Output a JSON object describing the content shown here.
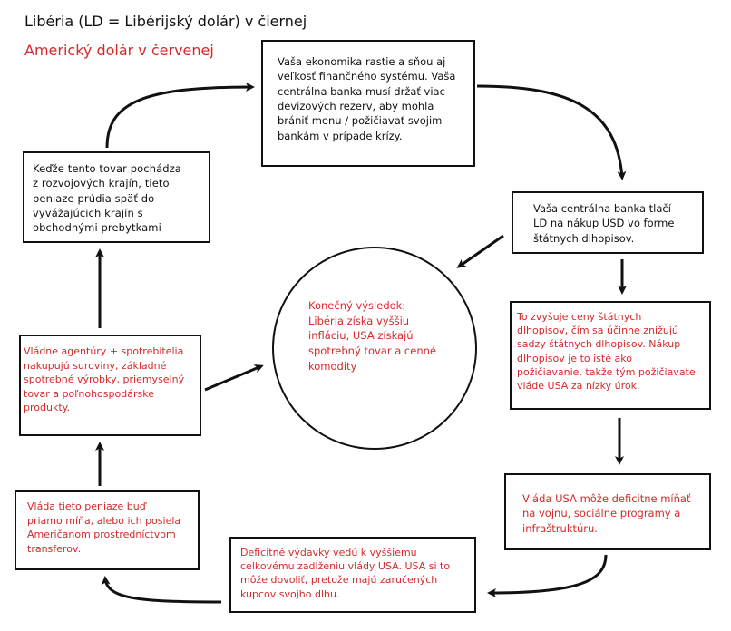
{
  "legend": {
    "black": "Libéria (LD = Libérijský dolár) v čiernej",
    "red": "Americký dolár v červenej"
  },
  "colors": {
    "black_text": "#111111",
    "red_text": "#d42a2a"
  },
  "boxes": {
    "economy_grows": "Vaša ekonomika rastie a sňou aj\nveľkosť finančného systému. Vaša\ncentrálna banka musí držať viac\ndevízových rezerv, aby mohla\nbrániť menu / požičiavať svojim\nbankám v prípade krízy.",
    "central_bank_prints": "Vaša centrálna banka tlačí\nLD na nákup USD vo forme\nštátnych dlhopisov.",
    "raises_prices": "To zvyšuje ceny štátnych\ndlhopisov, čím sa účinne znižujú\nsadzy štátnych dlhopisov. Nákup\ndlhopisov je to isté ako\npožičiavanie, takže tým požičiavate\nvláde USA za nízky úrok.",
    "usa_deficit": "Vláda USA môže deficitne míňať\nna vojnu, sociálne programy a\ninfraštruktúru.",
    "deficit_spending": "Deficitné výdavky vedú k vyššiemu\ncelkovému zadĺženiu vlády USA. USA si to\nmôže dovoliť, pretože majú zaručených\nkupcov svojho dlhu.",
    "government_spends": "Vláda tieto peniaze buď\npriamo míňa, alebo ich posiela\nAmeričanom prostredníctvom\ntransferov.",
    "agencies_buy": "Vládne agentúry + spotrebitelia\nnakupujú suroviny, základné\nspotrebné výrobky, priemyselný\ntovar a poľnohospodárske\nprodukty.",
    "goods_origin": "Keďže tento tovar pochádza\nz rozvojových krajín, tieto\npeniaze prúdia späť do\nvyvážajúcich krajín s\nobchodnými prebytkami"
  },
  "result": "Konečný výsledok:\nLibéria získa vyššiu\ninfláciu, USA získajú\nspotrebný tovar a cenné\nkomodity"
}
